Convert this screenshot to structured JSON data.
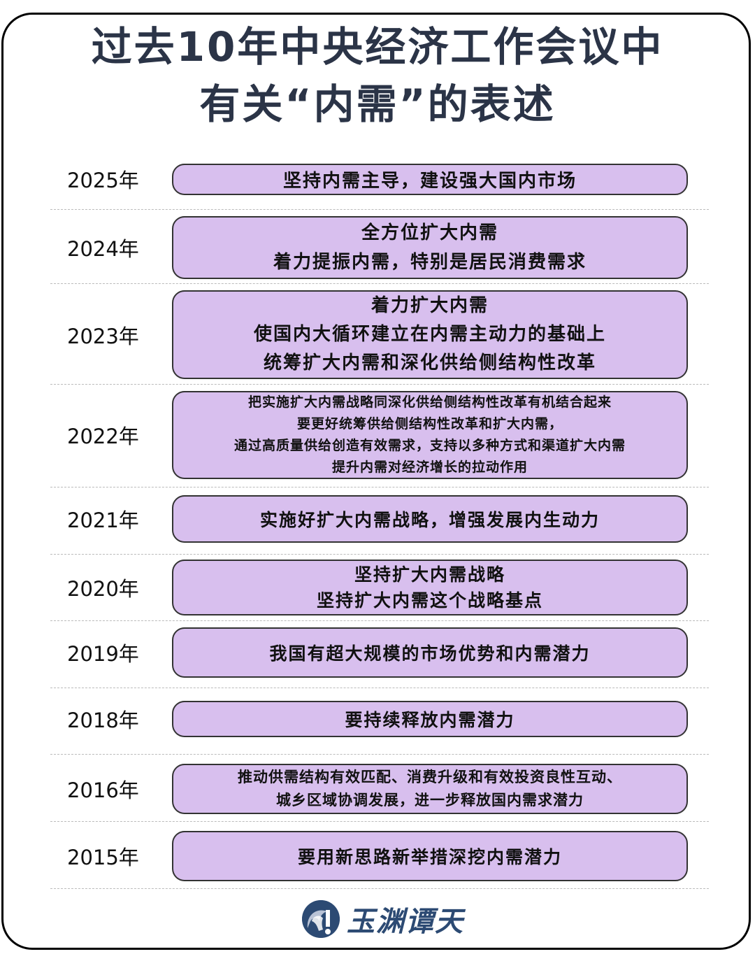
{
  "title": {
    "line1": "过去10年中央经济工作会议中",
    "line2": "有关“内需”的表述"
  },
  "colors": {
    "title": "#2b3447",
    "box_fill": "#d8bfee",
    "box_border": "#333333",
    "logo": "#2c4a73"
  },
  "rows": [
    {
      "year": "2025年",
      "lines": [
        "坚持内需主导，建设强大国内市场"
      ]
    },
    {
      "year": "2024年",
      "lines": [
        "全方位扩大内需",
        "着力提振内需，特别是居民消费需求"
      ]
    },
    {
      "year": "2023年",
      "lines": [
        "着力扩大内需",
        "使国内大循环建立在内需主动力的基础上",
        "统筹扩大内需和深化供给侧结构性改革"
      ]
    },
    {
      "year": "2022年",
      "lines": [
        "把实施扩大内需战略同深化供给侧结构性改革有机结合起来",
        "要更好统筹供给侧结构性改革和扩大内需，",
        "通过高质量供给创造有效需求，支持以多种方式和渠道扩大内需",
        "提升内需对经济增长的拉动作用"
      ]
    },
    {
      "year": "2021年",
      "lines": [
        "实施好扩大内需战略，增强发展内生动力"
      ]
    },
    {
      "year": "2020年",
      "lines": [
        "坚持扩大内需战略",
        "坚持扩大内需这个战略基点"
      ]
    },
    {
      "year": "2019年",
      "lines": [
        "我国有超大规模的市场优势和内需潜力"
      ]
    },
    {
      "year": "2018年",
      "lines": [
        "要持续释放内需潜力"
      ]
    },
    {
      "year": "2016年",
      "lines": [
        "推动供需结构有效匹配、消费升级和有效投资良性互动、",
        "城乡区域协调发展，进一步释放国内需求潜力"
      ]
    },
    {
      "year": "2015年",
      "lines": [
        "要用新思路新举措深挖内需潜力"
      ]
    }
  ],
  "logo": {
    "text": "玉渊谭天",
    "icon": "yuyuan-tantian-logo-icon"
  }
}
